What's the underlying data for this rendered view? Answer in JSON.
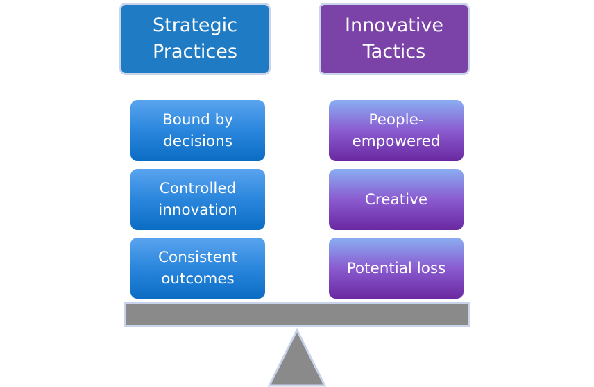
{
  "headers": {
    "left": "Strategic\nPractices",
    "right": "Innovative\nTactics"
  },
  "left_items": [
    "Bound by\ndecisions",
    "Controlled\ninnovation",
    "Consistent\noutcomes"
  ],
  "right_items": [
    "People-\nempowered",
    "Creative",
    "Potential loss"
  ],
  "colors": {
    "header_left": "#1f7bc4",
    "header_right": "#7b43a8",
    "beam": "#8a8a8a",
    "fulcrum": "#8a8a8a",
    "outline": "#c9d4ea"
  }
}
